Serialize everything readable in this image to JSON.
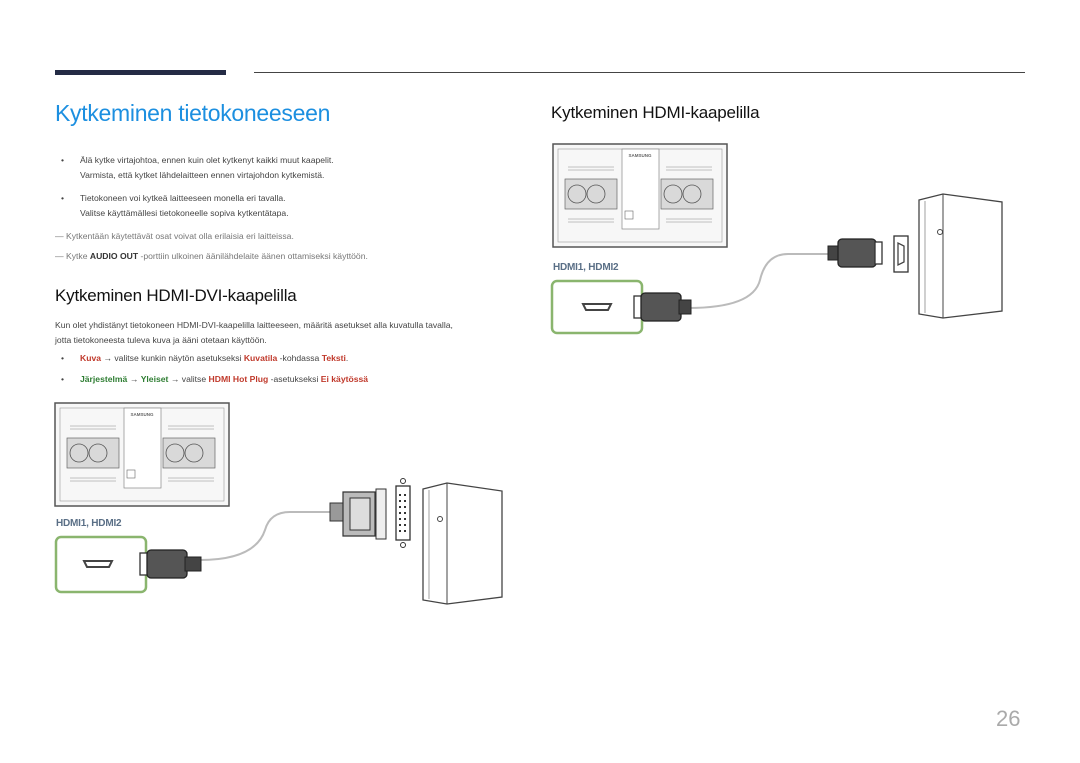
{
  "header": {
    "title": "Kytkeminen tietokoneeseen"
  },
  "intro": {
    "bullets": [
      {
        "line1": "Älä kytke virtajohtoa, ennen kuin olet kytkenyt kaikki muut kaapelit.",
        "line2": "Varmista, että kytket lähdelaitteen ennen virtajohdon kytkemistä."
      },
      {
        "line1": "Tietokoneen voi kytkeä laitteeseen monella eri tavalla.",
        "line2": "Valitse käyttämällesi tietokoneelle sopiva kytkentätapa."
      }
    ],
    "note1": "Kytkentään käytettävät osat voivat olla erilaisia eri laitteissa.",
    "note2_pre": "Kytke ",
    "note2_bold": "AUDIO OUT",
    "note2_post": " -porttiin ulkoinen äänilähdelaite äänen ottamiseksi käyttöön."
  },
  "hdmi_dvi": {
    "heading": "Kytkeminen HDMI-DVI-kaapelilla",
    "para_line1": "Kun olet yhdistänyt tietokoneen HDMI-DVI-kaapelilla laitteeseen, määritä asetukset alla kuvatulla tavalla,",
    "para_line2": "jotta tietokoneesta tuleva kuva ja ääni otetaan käyttöön.",
    "step1": {
      "a": "Kuva",
      "arrow1": " → valitse kunkin näytön asetukseksi ",
      "b": "Kuvatila",
      "mid": " -kohdassa ",
      "c": "Teksti",
      "end": "."
    },
    "step2": {
      "a": "Järjestelmä",
      "arrow1": " → ",
      "b": "Yleiset",
      "arrow2": " → valitse ",
      "c": "HDMI Hot Plug",
      "mid": " -asetukseksi ",
      "d": "Ei käytössä"
    },
    "port_label": "HDMI1, HDMI2",
    "brand": "SAMSUNG"
  },
  "hdmi": {
    "heading": "Kytkeminen HDMI-kaapelilla",
    "port_label": "HDMI1, HDMI2",
    "brand": "SAMSUNG"
  },
  "footer": {
    "page_number": "26"
  }
}
